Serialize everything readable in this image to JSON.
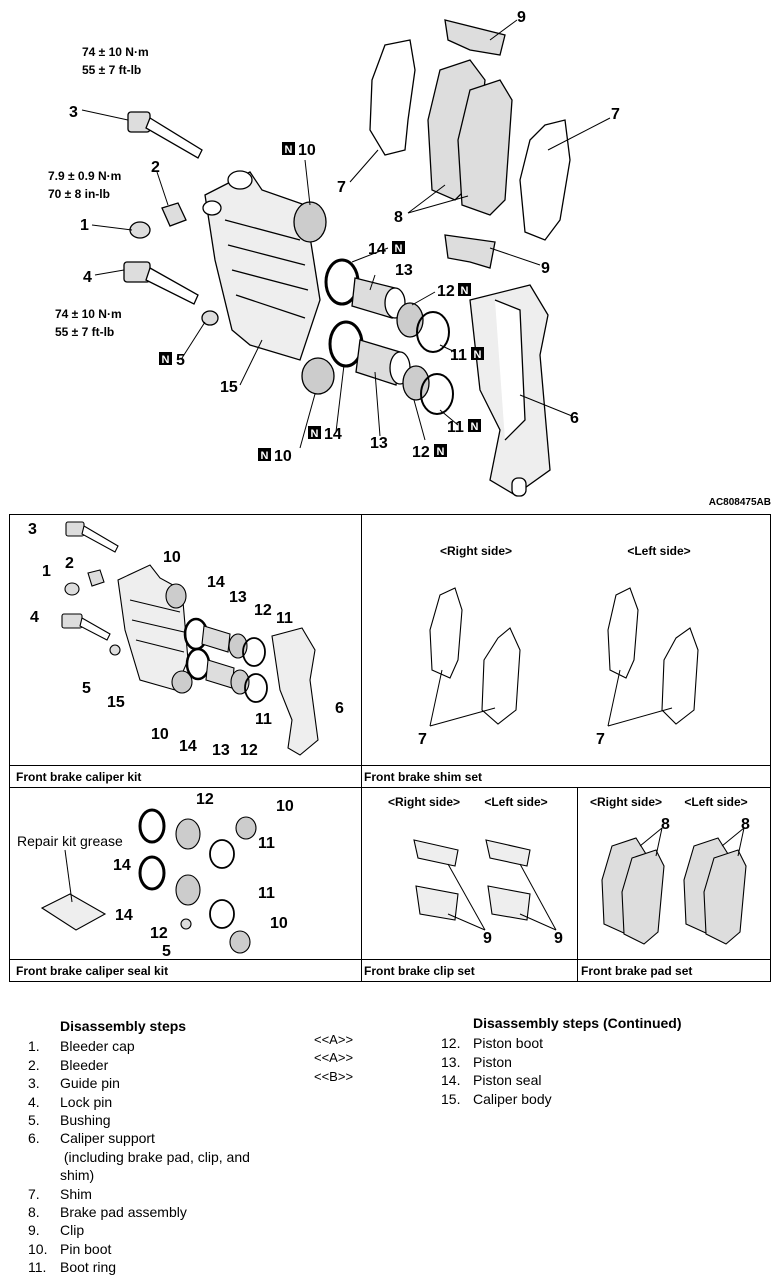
{
  "main": {
    "part_labels": {
      "l1": "1",
      "l2": "2",
      "l3": "3",
      "l4": "4",
      "l5": "5",
      "l6": "6",
      "l7a": "7",
      "l7b": "7",
      "l8": "8",
      "l9a": "9",
      "l9b": "9",
      "l10a": "10",
      "l10b": "10",
      "l11a": "11",
      "l11b": "11",
      "l12a": "12",
      "l12b": "12",
      "l13a": "13",
      "l13b": "13",
      "l14a": "14",
      "l14b": "14",
      "l15": "15"
    },
    "n_mark": "N",
    "torque": {
      "guide_pin_nm": "74 ± 10 N·m",
      "guide_pin_ftlb": "55 ± 7 ft-lb",
      "bleeder_nm": "7.9 ± 0.9 N·m",
      "bleeder_inlb": "70 ± 8 in-lb",
      "lock_pin_nm": "74 ± 10 N·m",
      "lock_pin_ftlb": "55 ± 7 ft-lb"
    },
    "figure_code": "AC808475AB"
  },
  "kits": {
    "caliper_kit": {
      "caption": "Front brake caliper kit",
      "labels": {
        "k1": "1",
        "k2": "2",
        "k3": "3",
        "k4": "4",
        "k5": "5",
        "k6": "6",
        "k10a": "10",
        "k10b": "10",
        "k11a": "11",
        "k11b": "11",
        "k12a": "12",
        "k12b": "12",
        "k13a": "13",
        "k13b": "13",
        "k14a": "14",
        "k14b": "14",
        "k15": "15"
      }
    },
    "shim_set": {
      "caption": "Front brake shim set",
      "right": "<Right side>",
      "left": "<Left side>",
      "label_r": "7",
      "label_l": "7"
    },
    "seal_kit": {
      "caption": "Front brake caliper seal kit",
      "grease": "Repair kit grease",
      "labels": {
        "s12a": "12",
        "s10a": "10",
        "s11a": "11",
        "s14a": "14",
        "s14b": "14",
        "s11b": "11",
        "s12b": "12",
        "s10b": "10",
        "s5": "5"
      }
    },
    "clip_set": {
      "caption": "Front brake clip set",
      "right": "<Right side>",
      "left": "<Left side>",
      "label_r": "9",
      "label_l": "9"
    },
    "pad_set": {
      "caption": "Front brake pad set",
      "right": "<Right side>",
      "left": "<Left side>",
      "label_r": "8",
      "label_l": "8"
    }
  },
  "steps": {
    "heading": "Disassembly steps",
    "items": [
      {
        "n": "1.",
        "t": "Bleeder cap"
      },
      {
        "n": "2.",
        "t": "Bleeder"
      },
      {
        "n": "3.",
        "t": "Guide pin"
      },
      {
        "n": "4.",
        "t": "Lock pin"
      },
      {
        "n": "5.",
        "t": "Bushing"
      },
      {
        "n": "6.",
        "t": "Caliper support"
      },
      {
        "n": "",
        "t": " (including brake pad, clip, and"
      },
      {
        "n": "",
        "t": "shim)"
      },
      {
        "n": "7.",
        "t": "Shim"
      },
      {
        "n": "8.",
        "t": "Brake pad assembly"
      },
      {
        "n": "9.",
        "t": "Clip"
      },
      {
        "n": "10.",
        "t": "Pin boot"
      },
      {
        "n": "11.",
        "t": "Boot ring"
      }
    ],
    "marks": [
      "<<A>>",
      "<<A>>",
      "<<B>>"
    ],
    "heading2": "Disassembly steps (Continued)",
    "items2": [
      {
        "n": "12.",
        "t": "Piston boot"
      },
      {
        "n": "13.",
        "t": "Piston"
      },
      {
        "n": "14.",
        "t": "Piston seal"
      },
      {
        "n": "15.",
        "t": "Caliper body"
      }
    ]
  }
}
